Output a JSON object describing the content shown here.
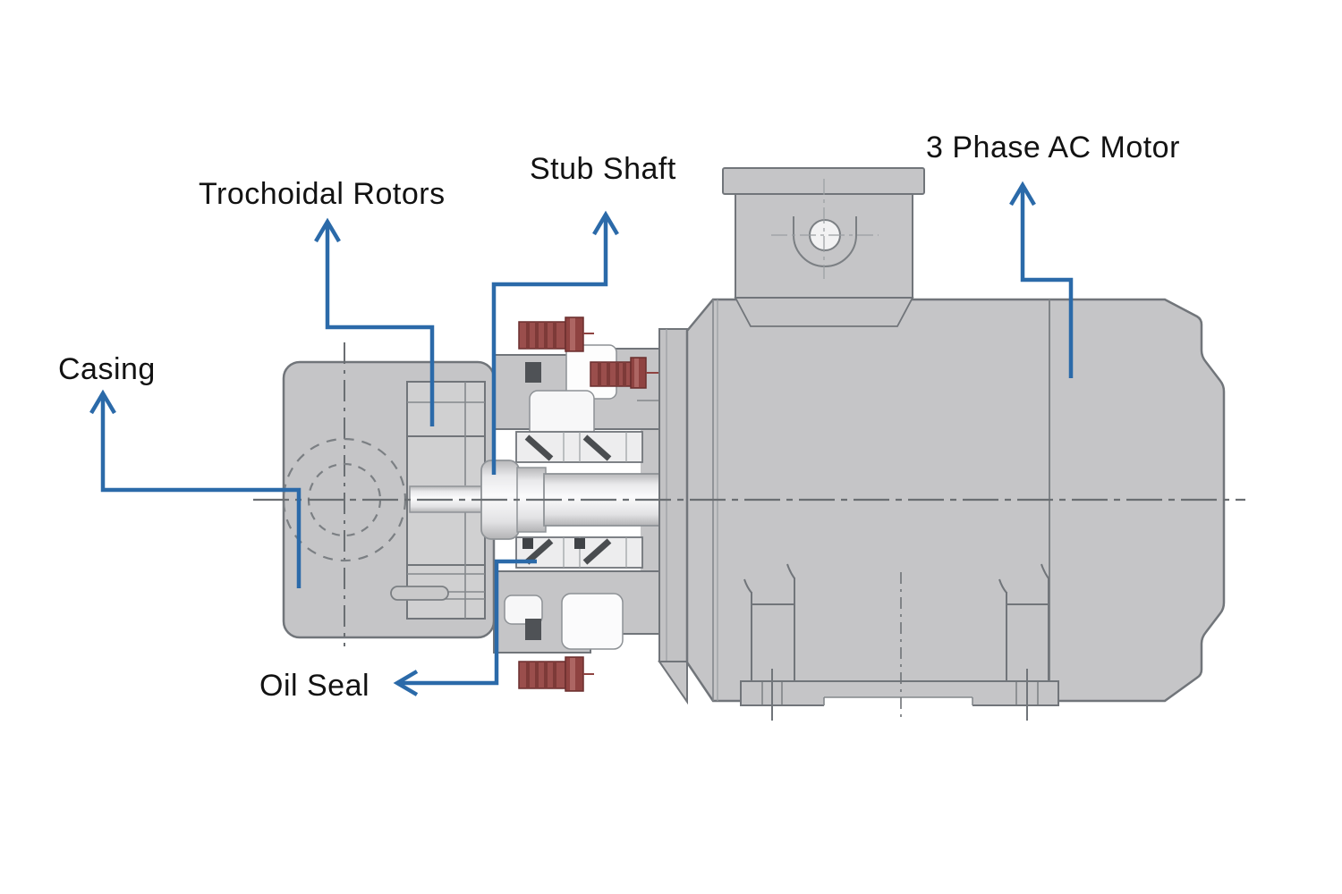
{
  "figure": {
    "labels": [
      {
        "id": "casing",
        "text": "Casing"
      },
      {
        "id": "trochoidal-rotors",
        "text": "Trochoidal Rotors"
      },
      {
        "id": "stub-shaft",
        "text": "Stub Shaft"
      },
      {
        "id": "ac-motor",
        "text": "3 Phase AC Motor"
      },
      {
        "id": "oil-seal",
        "text": "Oil Seal"
      }
    ],
    "colors": {
      "background": "#ffffff",
      "annotation_arrow_blue": "#2b6aa9",
      "label_text": "#121212",
      "machine_body_gray": "#c5c5c7",
      "machine_light_gray": "#ededee",
      "outline_gray": "#71757a",
      "bolt_red": "#9a4e4c",
      "bolt_red_dark": "#7d3a38",
      "seal_dark": "#4f5256"
    }
  }
}
